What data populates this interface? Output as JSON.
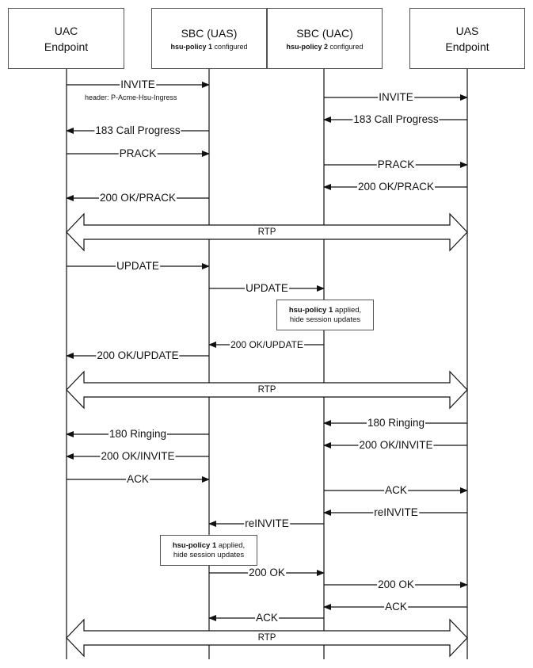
{
  "participants": [
    {
      "id": "uac",
      "line1": "UAC",
      "line2": "Endpoint",
      "bold": "",
      "rest": ""
    },
    {
      "id": "sbc_uas",
      "line1": "SBC (UAS)",
      "line2": "",
      "bold": "hsu-policy 1",
      "rest": " configured"
    },
    {
      "id": "sbc_uac",
      "line1": "SBC (UAC)",
      "line2": "",
      "bold": "hsu-policy 2",
      "rest": " configured"
    },
    {
      "id": "uas",
      "line1": "UAS",
      "line2": "Endpoint",
      "bold": "",
      "rest": ""
    }
  ],
  "messages": [
    {
      "label": "INVITE",
      "from": "uac",
      "to": "sbc_uas"
    },
    {
      "label": "INVITE",
      "from": "sbc_uac",
      "to": "uas"
    },
    {
      "label": "183 Call Progress",
      "from": "uas",
      "to": "sbc_uac"
    },
    {
      "label": "183 Call Progress",
      "from": "sbc_uas",
      "to": "uac"
    },
    {
      "label": "PRACK",
      "from": "uac",
      "to": "sbc_uas"
    },
    {
      "label": "PRACK",
      "from": "sbc_uac",
      "to": "uas"
    },
    {
      "label": "200 OK/PRACK",
      "from": "uas",
      "to": "sbc_uac"
    },
    {
      "label": "200 OK/PRACK",
      "from": "sbc_uas",
      "to": "uac"
    },
    {
      "label": "UPDATE",
      "from": "uac",
      "to": "sbc_uas"
    },
    {
      "label": "UPDATE",
      "from": "sbc_uas",
      "to": "sbc_uac"
    },
    {
      "label": "200 OK/UPDATE",
      "from": "sbc_uac",
      "to": "sbc_uas"
    },
    {
      "label": "200 OK/UPDATE",
      "from": "sbc_uas",
      "to": "uac"
    },
    {
      "label": "180 Ringing",
      "from": "uas",
      "to": "sbc_uac"
    },
    {
      "label": "180 Ringing",
      "from": "sbc_uas",
      "to": "uac"
    },
    {
      "label": "200 OK/INVITE",
      "from": "uas",
      "to": "sbc_uac"
    },
    {
      "label": "200 OK/INVITE",
      "from": "sbc_uas",
      "to": "uac"
    },
    {
      "label": "ACK",
      "from": "uac",
      "to": "sbc_uas"
    },
    {
      "label": "ACK",
      "from": "sbc_uac",
      "to": "uas"
    },
    {
      "label": "reINVITE",
      "from": "uas",
      "to": "sbc_uac"
    },
    {
      "label": "reINVITE",
      "from": "sbc_uac",
      "to": "sbc_uas"
    },
    {
      "label": "200 OK",
      "from": "sbc_uas",
      "to": "sbc_uac"
    },
    {
      "label": "200 OK",
      "from": "sbc_uac",
      "to": "uas"
    },
    {
      "label": "ACK",
      "from": "uas",
      "to": "sbc_uac"
    },
    {
      "label": "ACK",
      "from": "sbc_uac",
      "to": "sbc_uas"
    }
  ],
  "invite_header_note": "header: P-Acme-Hsu-Ingress",
  "rtp_label": "RTP",
  "notes": [
    {
      "bold": "hsu-policy 1",
      "rest": " applied,",
      "line2": "hide session updates"
    },
    {
      "bold": "hsu-policy 1",
      "rest": " applied,",
      "line2": "hide session updates"
    }
  ]
}
